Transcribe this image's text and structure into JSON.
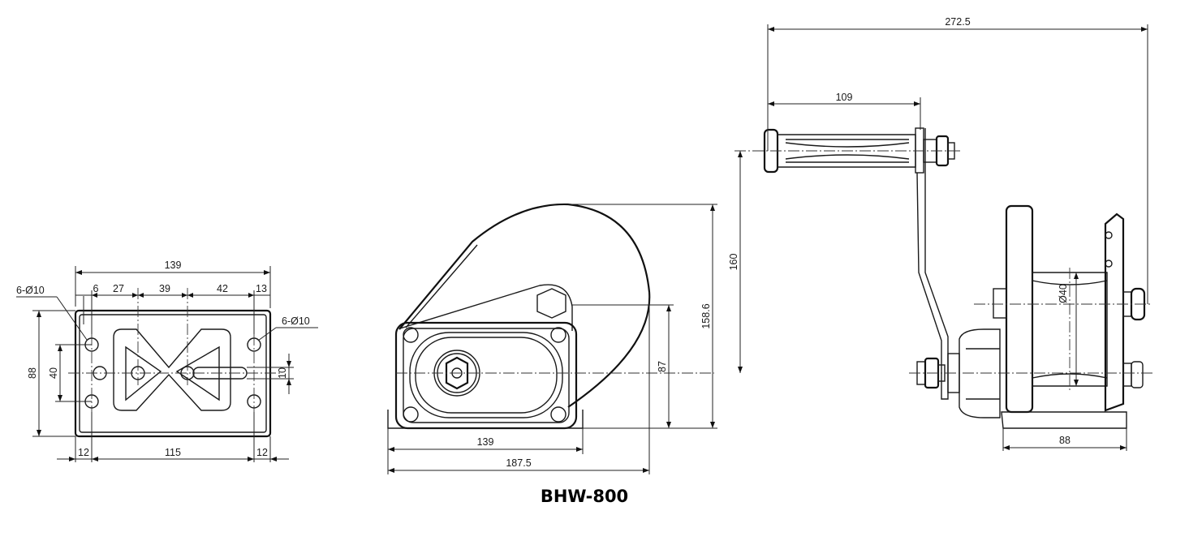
{
  "title": "BHW-800",
  "views": {
    "base_plate": {
      "width": "139",
      "holes_left": "6-Ø10",
      "holes_right": "6-Ø10",
      "seg_a": "6",
      "seg_b": "27",
      "seg_c": "39",
      "seg_d": "42",
      "seg_e": "13",
      "height": "88",
      "hole_pitch": "40",
      "slot": "10",
      "edge_left": "12",
      "span": "115",
      "edge_right": "12"
    },
    "side_view": {
      "height": "158.6",
      "axis_height": "87",
      "base_width": "139",
      "total_width": "187.5"
    },
    "front_view": {
      "overall_width": "272.5",
      "crank_length": "109",
      "handle_height": "160",
      "drum_dia": "Ø40",
      "frame_width": "88"
    }
  }
}
